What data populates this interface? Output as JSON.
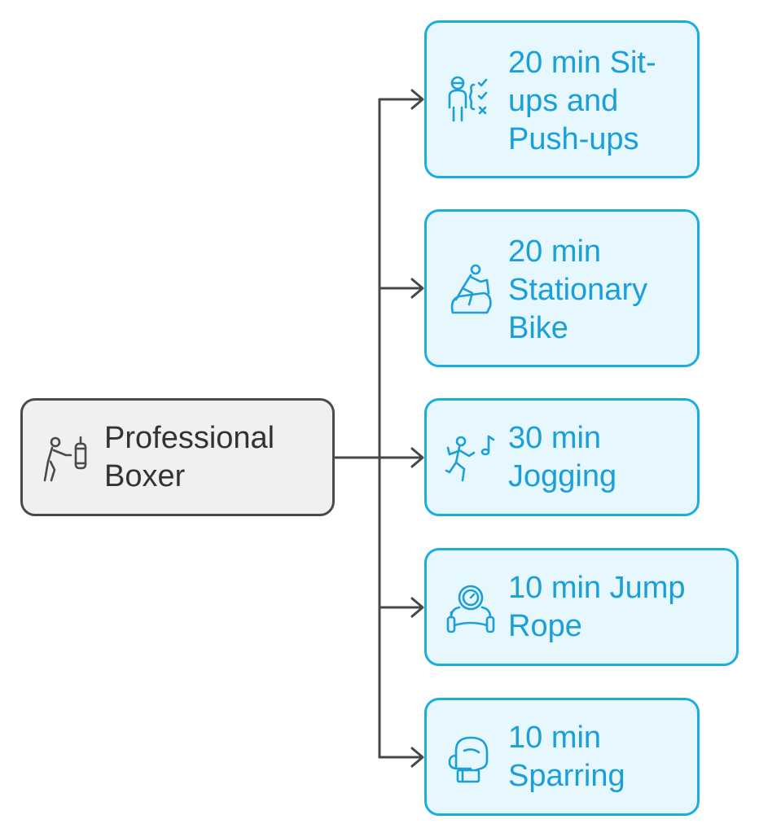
{
  "colors": {
    "connector": "#474747",
    "root_border": "#4a4a4a",
    "root_fill": "#f0f0f0",
    "root_text": "#333333",
    "child_border": "#1aaee0",
    "child_fill": "#e6f7fd",
    "child_text": "#1a9fd8"
  },
  "root": {
    "icon": "punching-bag-icon",
    "label": "Professional\nBoxer"
  },
  "children": [
    {
      "icon": "exercise-plan-icon",
      "label": "20 min Sit-\nups and\nPush-ups"
    },
    {
      "icon": "stationary-bike-icon",
      "label": "20 min\nStationary\nBike"
    },
    {
      "icon": "jogging-icon",
      "label": "30 min\nJogging"
    },
    {
      "icon": "jump-rope-icon",
      "label": "10 min Jump\nRope"
    },
    {
      "icon": "boxing-glove-icon",
      "label": "10 min\nSparring"
    }
  ]
}
